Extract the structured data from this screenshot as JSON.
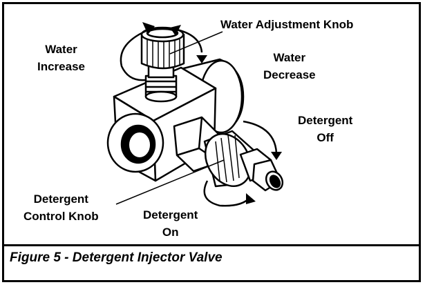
{
  "labels": {
    "water_adjustment_knob": "Water Adjustment Knob",
    "water_increase": [
      "Water",
      "Increase"
    ],
    "water_decrease": [
      "Water",
      "Decrease"
    ],
    "detergent_off": [
      "Detergent",
      "Off"
    ],
    "detergent_control_knob": [
      "Detergent",
      "Control Knob"
    ],
    "detergent_on": [
      "Detergent",
      "On"
    ]
  },
  "caption": "Figure 5 - Detergent Injector Valve"
}
